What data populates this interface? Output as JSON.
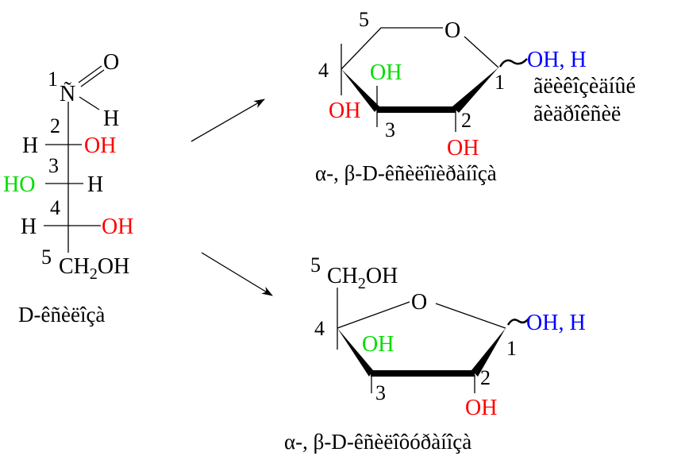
{
  "colors": {
    "red": "#ff0000",
    "green": "#00dd00",
    "blue": "#0000ff"
  },
  "fischer": {
    "o": "O",
    "c1_num": "1",
    "c1_atom": "Ñ",
    "h_ald": "H",
    "c2_num": "2",
    "c2_left": "H",
    "c2_right": "OH",
    "c3_num": "3",
    "c3_left": "HO",
    "c3_right": "H",
    "c4_num": "4",
    "c4_left": "H",
    "c4_right": "OH",
    "c5_num": "5",
    "c5_group_a": "CH",
    "c5_sub": "2",
    "c5_group_b": "OH",
    "caption": "D-êñèëîçà"
  },
  "pyranose": {
    "n5": "5",
    "o": "O",
    "n4": "4",
    "n1": "1",
    "n2": "2",
    "n3": "3",
    "oh_c3": "OH",
    "oh_c4": "OH",
    "oh_c2": "OH",
    "oh_h": "OH, H",
    "note_line1": "ãëèêîçèäíûé",
    "note_line2": "ãèäðîêñèë",
    "caption": "α-, β-D-êñèëîïèðàíîçà"
  },
  "furanose": {
    "n5": "5",
    "ch2oh_a": "CH",
    "ch2oh_sub": "2",
    "ch2oh_b": "OH",
    "o": "O",
    "n4": "4",
    "n1": "1",
    "n2": "2",
    "n3": "3",
    "oh_c3": "OH",
    "oh_c2": "OH",
    "oh_h": "OH, H",
    "caption": "α-, β-D-êñèëîôóðàíîçà"
  }
}
